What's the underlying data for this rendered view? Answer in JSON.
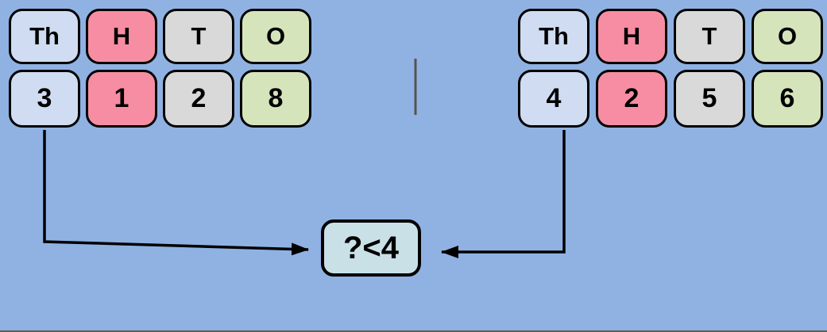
{
  "palette": {
    "background": "#8fb2e3",
    "cell_thousands": "#cfdcf1",
    "cell_hundreds": "#f78da2",
    "cell_tens": "#d9d9d9",
    "cell_ones": "#d6e4bb",
    "comparison_box": "#c9e0e7",
    "outline": "#000000",
    "arrow": "#000000",
    "divider": "#56554b"
  },
  "groups": [
    {
      "name": "left-number",
      "columns": [
        {
          "header": "Th",
          "digit": "3"
        },
        {
          "header": "H",
          "digit": "1"
        },
        {
          "header": "T",
          "digit": "2"
        },
        {
          "header": "O",
          "digit": "8"
        }
      ]
    },
    {
      "name": "right-number",
      "columns": [
        {
          "header": "Th",
          "digit": "4"
        },
        {
          "header": "H",
          "digit": "2"
        },
        {
          "header": "T",
          "digit": "5"
        },
        {
          "header": "O",
          "digit": "6"
        }
      ]
    }
  ],
  "comparison": {
    "label": "?<4"
  }
}
